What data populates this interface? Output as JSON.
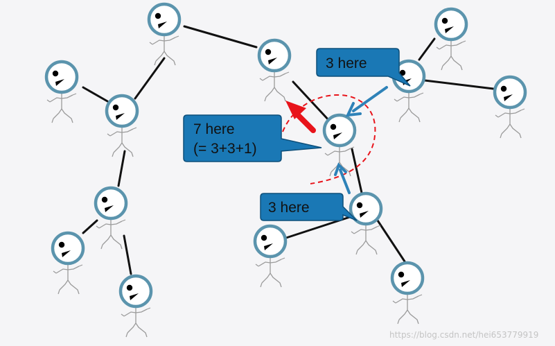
{
  "diagram": {
    "colors": {
      "background": "#f5f5f7",
      "head_ring": "#5b94ad",
      "edge": "#111111",
      "callout_fill": "#1a78b5",
      "callout_stroke": "#0d4f7a",
      "arrow_blue": "#2e82b8",
      "arrow_red": "#e8141b",
      "boundary_dash": "#e8141b"
    },
    "callouts": {
      "top_right": {
        "text": "3 here"
      },
      "middle_left": {
        "line1": "7 here",
        "line2": "(= 3+3+1)"
      },
      "bottom": {
        "text": "3 here"
      }
    },
    "icons": {
      "person": "stick-figure-with-round-head-icon",
      "arrow": "arrow-icon"
    },
    "watermark": "https://blog.csdn.net/hei653779919"
  }
}
